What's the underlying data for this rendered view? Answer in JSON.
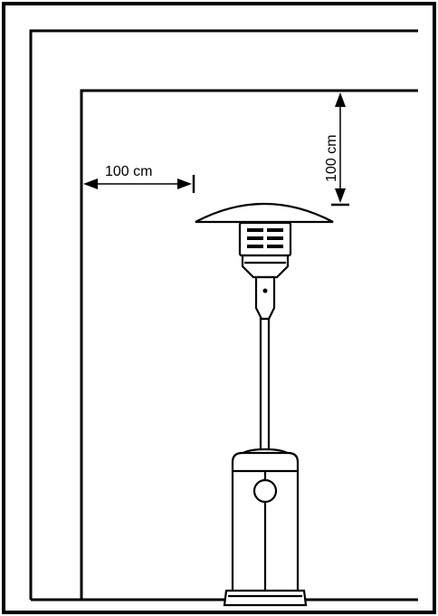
{
  "clearance_side": {
    "label": "100 cm",
    "value_cm": 100
  },
  "clearance_top": {
    "label": "100 cm",
    "value_cm": 100
  },
  "colors": {
    "line": "#000000",
    "background": "#ffffff"
  }
}
